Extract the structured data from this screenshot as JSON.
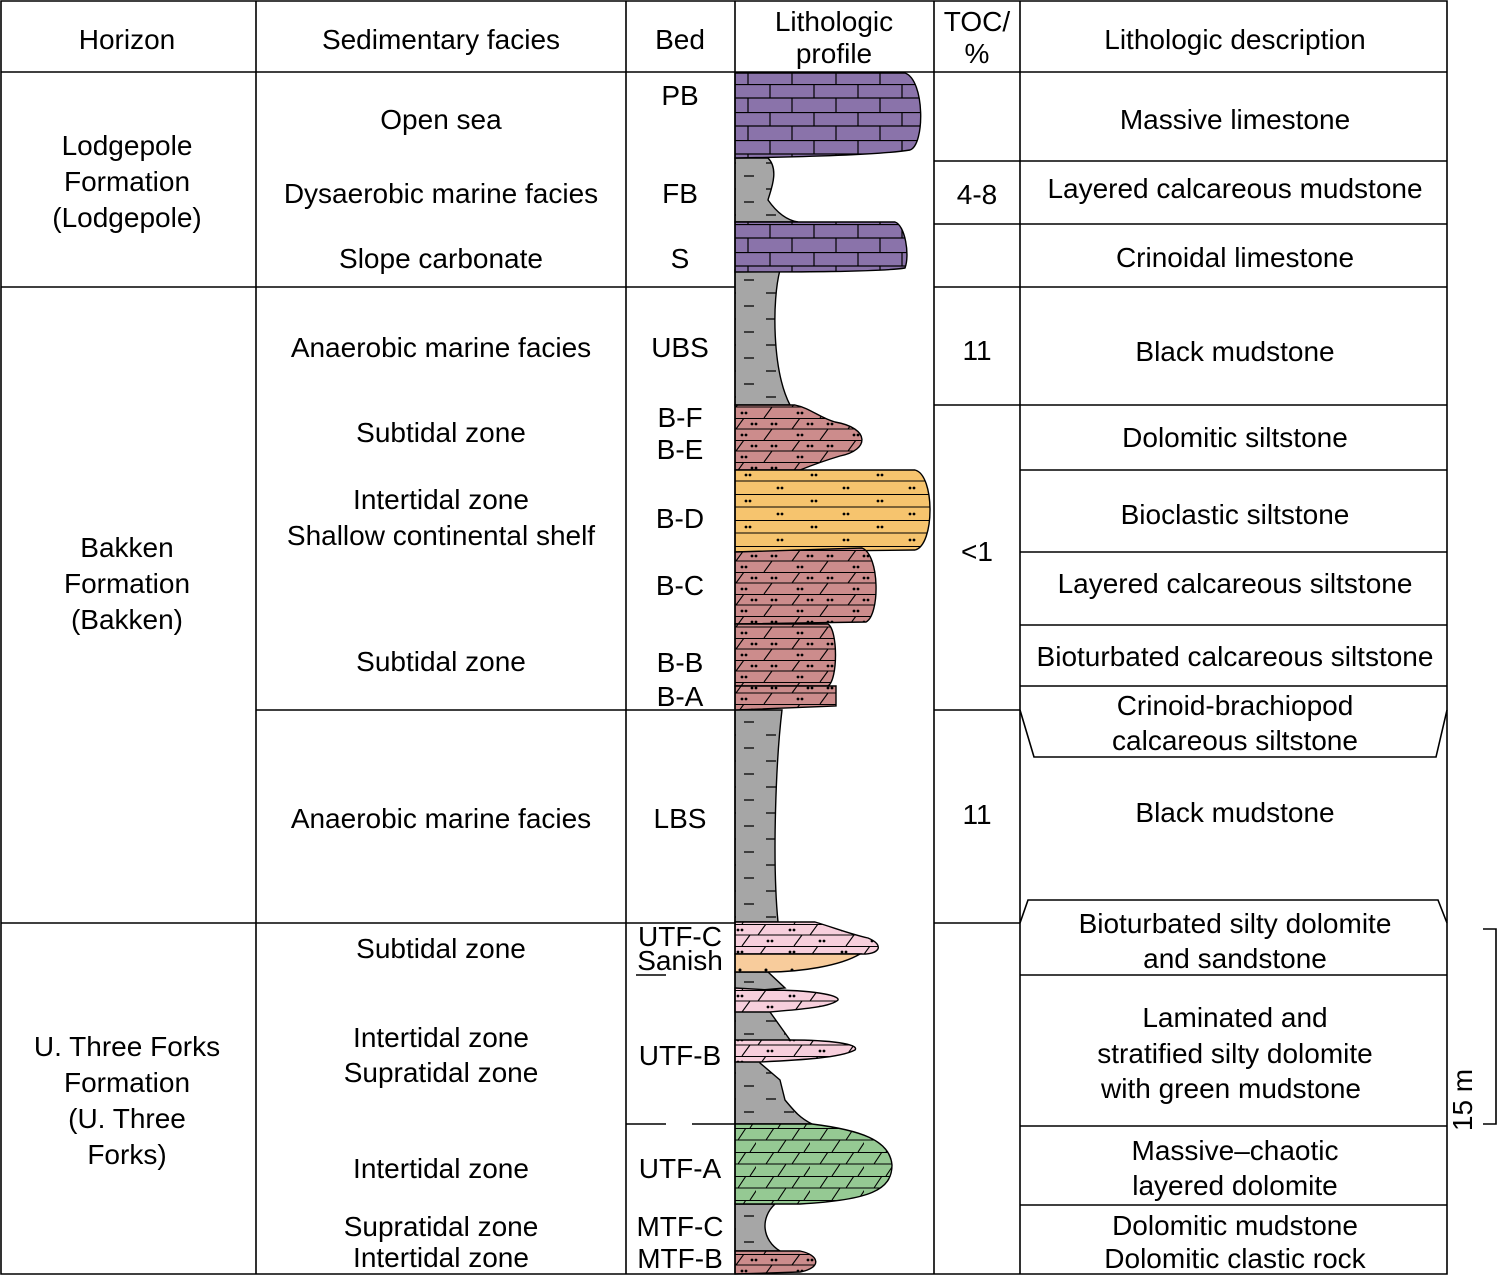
{
  "headers": {
    "horizon": "Horizon",
    "facies": "Sedimentary facies",
    "bed": "Bed",
    "profile_1": "Lithologic",
    "profile_2": "profile",
    "toc_1": "TOC/",
    "toc_2": "%",
    "description": "Lithologic description"
  },
  "horizons": [
    [
      "Lodgepole",
      "Formation",
      "(Lodgepole)"
    ],
    [
      "Bakken",
      "Formation",
      "(Bakken)"
    ],
    [
      "U. Three Forks",
      "Formation",
      "(U. Three",
      "Forks)"
    ]
  ],
  "facies": [
    [
      "Open sea"
    ],
    [
      "Dysaerobic marine facies"
    ],
    [
      "Slope carbonate"
    ],
    [
      "Anaerobic marine facies"
    ],
    [
      "Subtidal zone"
    ],
    [
      "Intertidal zone",
      "Shallow continental shelf"
    ],
    [
      "Subtidal zone"
    ],
    [
      "Anaerobic marine facies"
    ],
    [
      "Subtidal zone"
    ],
    [
      "Intertidal zone",
      "Supratidal zone"
    ],
    [
      "Intertidal zone"
    ],
    [
      "Supratidal zone"
    ],
    [
      "Intertidal zone"
    ]
  ],
  "beds": [
    "PB",
    "FB",
    "S",
    "UBS",
    "B-F",
    "B-E",
    "B-D",
    "B-C",
    "B-B",
    "B-A",
    "LBS",
    "UTF-C",
    "Sanish",
    "UTF-B",
    "UTF-A",
    "MTF-C",
    "MTF-B"
  ],
  "toc": [
    "4-8",
    "11",
    "<1",
    "11"
  ],
  "descriptions": [
    [
      "Massive limestone"
    ],
    [
      "Layered calcareous mudstone"
    ],
    [
      "Crinoidal limestone"
    ],
    [
      "Black mudstone"
    ],
    [
      "Dolomitic siltstone"
    ],
    [
      "Bioclastic siltstone"
    ],
    [
      "Layered calcareous siltstone"
    ],
    [
      "Bioturbated calcareous siltstone"
    ],
    [
      "Crinoid-brachiopod",
      "calcareous siltstone"
    ],
    [
      "Black mudstone"
    ],
    [
      "Bioturbated silty dolomite",
      "and sandstone"
    ],
    [
      "Laminated and",
      "stratified silty dolomite",
      "with green mudstone"
    ],
    [
      "Massive–chaotic",
      "layered dolomite"
    ],
    [
      "Dolomitic mudstone"
    ],
    [
      "Dolomitic clastic rock"
    ]
  ],
  "scale": "15 m",
  "colors": {
    "limestone": "#8a73aa",
    "mudstone": "#a6a6a6",
    "dolomitic_siltstone": "#cc8c8c",
    "bioclastic_siltstone": "#f6c46e",
    "silty_dolomite": "#f7cfdc",
    "sandstone": "#f8cc9c",
    "dolomite": "#95c993"
  }
}
